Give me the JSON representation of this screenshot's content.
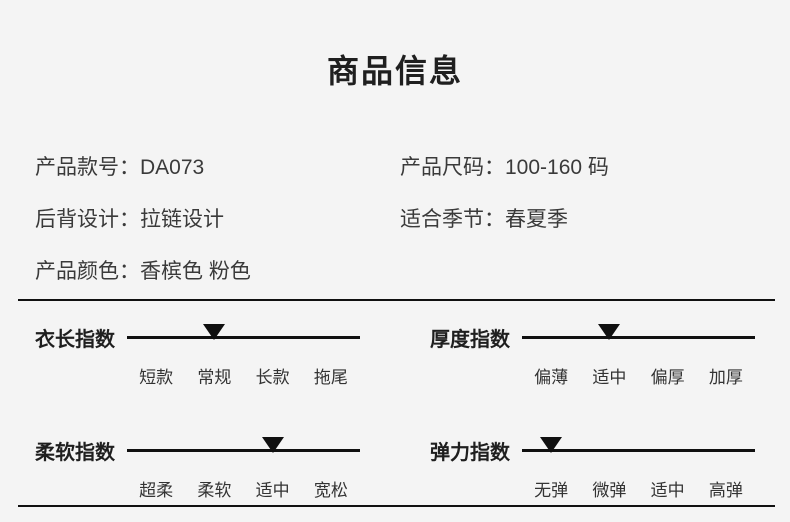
{
  "page": {
    "title": "商品信息"
  },
  "colors": {
    "background": "#f4f4f4",
    "text": "#333333",
    "heading": "#1f1f1f",
    "line": "#101010"
  },
  "attributes": [
    {
      "label": "产品款号：",
      "value": "DA073"
    },
    {
      "label": "产品尺码：",
      "value": "100-160 码"
    },
    {
      "label": "后背设计：",
      "value": "拉链设计"
    },
    {
      "label": "适合季节：",
      "value": "春夏季"
    },
    {
      "label": "产品颜色：",
      "value": "香槟色 粉色"
    }
  ],
  "scales": [
    {
      "title": "衣长指数",
      "options": [
        "短款",
        "常规",
        "长款",
        "拖尾"
      ],
      "selected_index": 1,
      "selected": "常规"
    },
    {
      "title": "厚度指数",
      "options": [
        "偏薄",
        "适中",
        "偏厚",
        "加厚"
      ],
      "selected_index": 1,
      "selected": "适中"
    },
    {
      "title": "柔软指数",
      "options": [
        "超柔",
        "柔软",
        "适中",
        "宽松"
      ],
      "selected_index": 2,
      "selected": "适中"
    },
    {
      "title": "弹力指数",
      "options": [
        "无弹",
        "微弹",
        "适中",
        "高弹"
      ],
      "selected_index": 0,
      "selected": "无弹"
    }
  ]
}
